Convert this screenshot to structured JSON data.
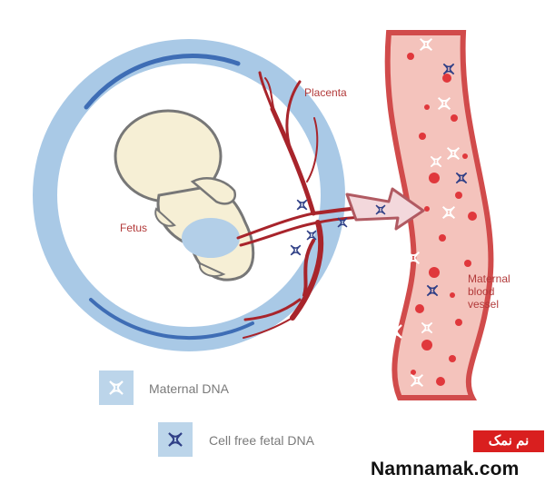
{
  "labels": {
    "placenta": "Placenta",
    "fetus": "Fetus",
    "vessel_line1": "Maternal",
    "vessel_line2": "blood",
    "vessel_line3": "vessel"
  },
  "legend": {
    "maternal": "Maternal DNA",
    "fetal": "Cell free fetal DNA"
  },
  "branding": {
    "logo_text": "نم نمک",
    "site": "Namnamak.com"
  },
  "colors": {
    "uterus_ring": "#a9c9e6",
    "fetus_fill": "#f6efd5",
    "vessel_wall": "#d14b4b",
    "vessel_fill": "#f4c3bc",
    "placenta": "#a8242b",
    "maternal_dna": "#ffffff",
    "fetal_dna": "#2f3f86",
    "brand_red": "#d91f1f"
  }
}
